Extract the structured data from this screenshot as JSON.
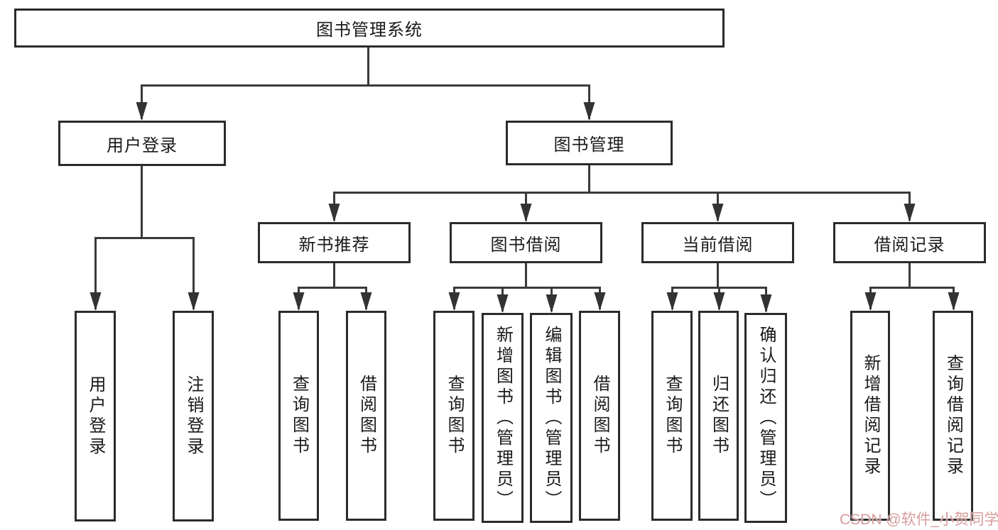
{
  "diagram": {
    "type": "hierarchy-diagram",
    "colors": {
      "background": "#ffffff",
      "box_border": "#2b2b2b",
      "connector_line": "#3a3a3a",
      "text": "#1a1a1a",
      "watermark": "#d89c9c"
    },
    "tree": {
      "label": "图书管理系统",
      "children": [
        {
          "label": "用户登录",
          "children": [
            {
              "label": "用户登录"
            },
            {
              "label": "注销登录"
            }
          ]
        },
        {
          "label": "图书管理",
          "children": [
            {
              "label": "新书推荐",
              "children": [
                {
                  "label": "查询图书"
                },
                {
                  "label": "借阅图书"
                }
              ]
            },
            {
              "label": "图书借阅",
              "children": [
                {
                  "label": "查询图书"
                },
                {
                  "label": "新增图书（管理员）"
                },
                {
                  "label": "编辑图书（管理员）"
                },
                {
                  "label": "借阅图书"
                }
              ]
            },
            {
              "label": "当前借阅",
              "children": [
                {
                  "label": "查询图书"
                },
                {
                  "label": "归还图书"
                },
                {
                  "label": "确认归还（管理员）"
                }
              ]
            },
            {
              "label": "借阅记录",
              "children": [
                {
                  "label": "新增借阅记录"
                },
                {
                  "label": "查询借阅记录"
                }
              ]
            }
          ]
        }
      ]
    },
    "watermark": {
      "text": "CSDN @软件_小贺同学"
    }
  }
}
